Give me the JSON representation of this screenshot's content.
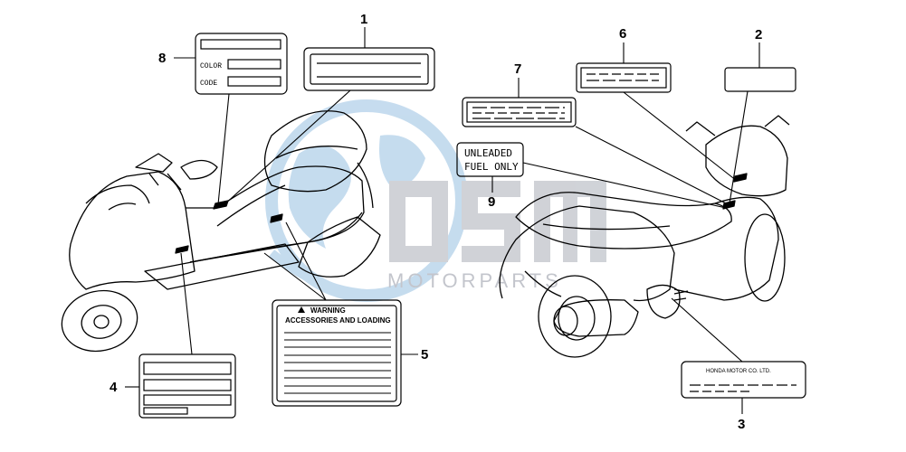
{
  "callouts": [
    "1",
    "2",
    "3",
    "4",
    "5",
    "6",
    "7",
    "8",
    "9"
  ],
  "labels": {
    "color_code": {
      "row1": "COLOR",
      "row2": "CODE"
    },
    "fuel": {
      "line1": "UNLEADED",
      "line2": "FUEL ONLY"
    },
    "warning": {
      "title": "WARNING",
      "subtitle": "ACCESSORIES AND LOADING"
    },
    "maker": {
      "text": "HONDA MOTOR CO. LTD."
    }
  },
  "watermark": {
    "logo": "OSM",
    "tagline": "MOTORPARTS",
    "colors": {
      "gray": "#8f939c",
      "blue": "#5b9ed3"
    }
  },
  "icons": {
    "warning": "warning-triangle-icon",
    "globe": "globe-icon"
  }
}
